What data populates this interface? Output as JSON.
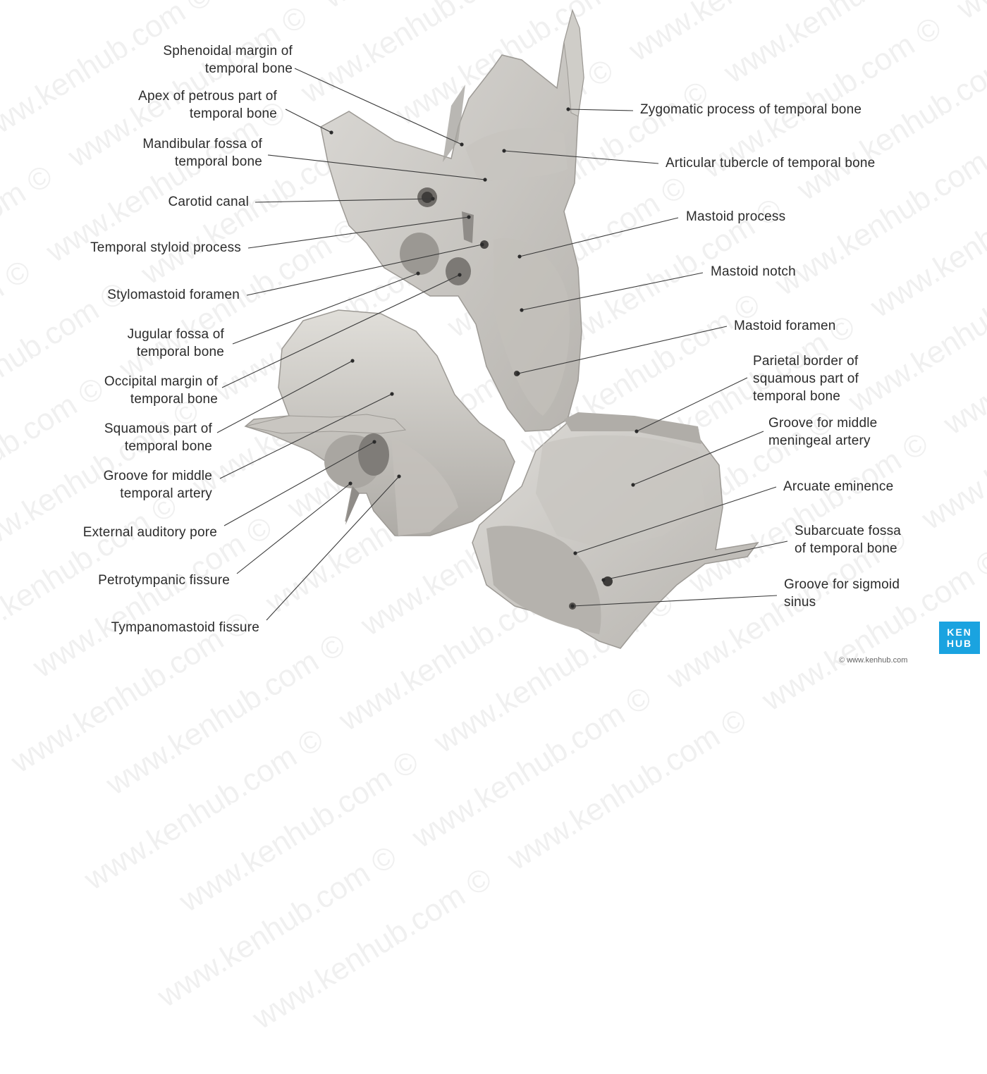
{
  "watermark": {
    "text": "www.kenhub.com ©"
  },
  "logo": {
    "line1": "KEN",
    "line2": "HUB"
  },
  "copyright": "© www.kenhub.com",
  "colors": {
    "bone_fill": "#d3d1cd",
    "bone_shade": "#b9b6b1",
    "bone_dark": "#8e8b86",
    "leader": "#3a3a3a",
    "logo_bg": "#1aa3e0"
  },
  "labels": [
    {
      "id": "sphenoidal-margin",
      "text": "Sphenoidal margin of\ntemporal bone"
    },
    {
      "id": "apex-petrous",
      "text": "Apex of petrous part of\ntemporal bone"
    },
    {
      "id": "mandibular-fossa",
      "text": "Mandibular fossa of\ntemporal bone"
    },
    {
      "id": "carotid-canal",
      "text": "Carotid canal"
    },
    {
      "id": "temporal-styloid",
      "text": "Temporal styloid process"
    },
    {
      "id": "stylomastoid-foramen",
      "text": "Stylomastoid foramen"
    },
    {
      "id": "jugular-fossa",
      "text": "Jugular fossa of\ntemporal bone"
    },
    {
      "id": "occipital-margin",
      "text": "Occipital margin of\ntemporal bone"
    },
    {
      "id": "squamous-part",
      "text": "Squamous part of\ntemporal bone"
    },
    {
      "id": "groove-middle-temporal",
      "text": "Groove for middle\ntemporal artery"
    },
    {
      "id": "external-auditory-pore",
      "text": "External auditory pore"
    },
    {
      "id": "petrotympanic-fissure",
      "text": "Petrotympanic fissure"
    },
    {
      "id": "tympanomastoid-fissure",
      "text": "Tympanomastoid fissure"
    },
    {
      "id": "zygomatic-process",
      "text": "Zygomatic process of temporal bone"
    },
    {
      "id": "articular-tubercle",
      "text": "Articular tubercle of temporal bone"
    },
    {
      "id": "mastoid-process",
      "text": "Mastoid process"
    },
    {
      "id": "mastoid-notch",
      "text": "Mastoid notch"
    },
    {
      "id": "mastoid-foramen",
      "text": "Mastoid foramen"
    },
    {
      "id": "parietal-border",
      "text": "Parietal border of\nsquamous part of\ntemporal bone"
    },
    {
      "id": "groove-middle-meningeal",
      "text": "Groove for middle\nmeningeal artery"
    },
    {
      "id": "arcuate-eminence",
      "text": "Arcuate eminence"
    },
    {
      "id": "subarcuate-fossa",
      "text": "Subarcuate fossa\nof temporal bone"
    },
    {
      "id": "groove-sigmoid-sinus",
      "text": "Groove for sigmoid\nsinus"
    }
  ]
}
